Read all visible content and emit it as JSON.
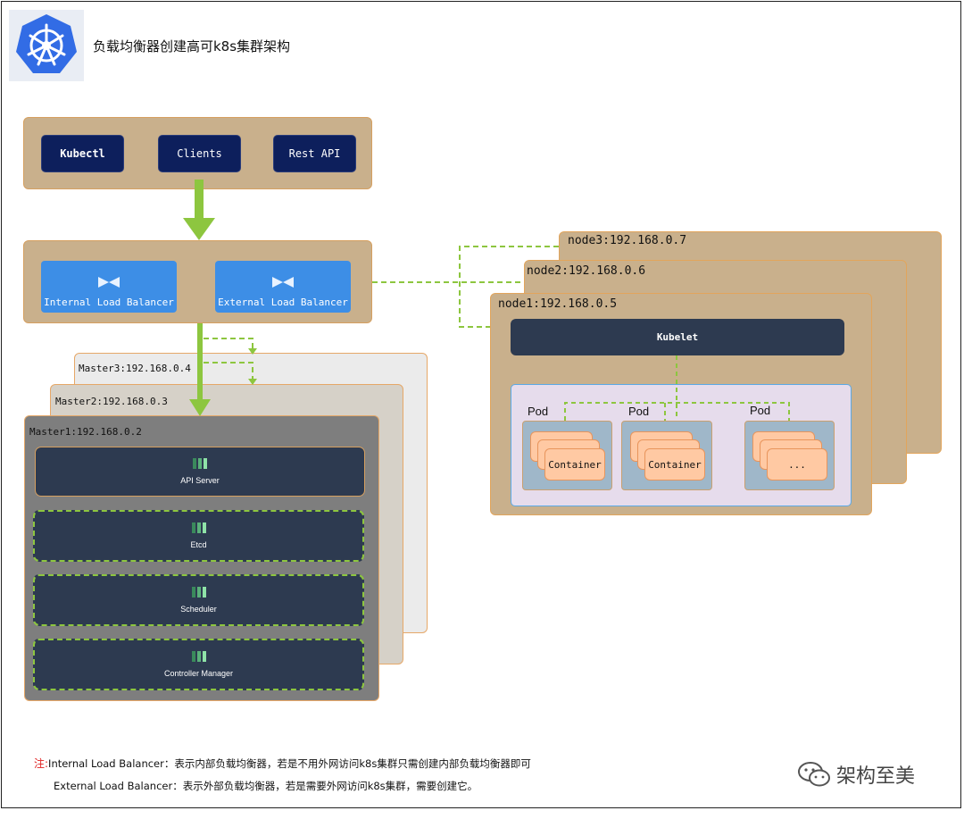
{
  "title": "负载均衡器创建高可k8s集群架构",
  "clients": {
    "kubectl": "Kubectl",
    "clients": "Clients",
    "rest_api": "Rest API"
  },
  "load_balancers": {
    "internal": "Internal Load Balancer",
    "external": "External Load Balancer"
  },
  "masters": {
    "master3": "Master3:192.168.0.4",
    "master2": "Master2:192.168.0.3",
    "master1": "Master1:192.168.0.2"
  },
  "components": {
    "api_server": "API Server",
    "etcd": "Etcd",
    "scheduler": "Scheduler",
    "controller_manager": "Controller Manager"
  },
  "nodes": {
    "node3": "node3:192.168.0.7",
    "node2": "node2:192.168.0.6",
    "node1": "node1:192.168.0.5"
  },
  "kubelet": "Kubelet",
  "pods": {
    "pod1": "Pod",
    "pod2": "Pod",
    "pod3": "Pod",
    "container1": "Container",
    "container2": "Container",
    "container3": "..."
  },
  "note": {
    "prefix": "注:",
    "line1": "Internal Load Balancer：表示内部负载均衡器，若是不用外网访问k8s集群只需创建内部负载均衡器即可",
    "line2": "External Load Balancer：表示外部负载均衡器，若是需要外网访问k8s集群，需要创建它。"
  },
  "watermark": "架构至美",
  "colors": {
    "tan": "#c9b08c",
    "navy": "#0d1f5c",
    "lb_blue": "#3d8ee6",
    "green_arrow": "#8dc63f",
    "component_dark": "#2d3a50",
    "container_peach": "#ffc9a3",
    "note_red": "#e02020"
  },
  "icons": [
    "kubernetes-helm-icon",
    "load-balancer-icon",
    "component-bars-icon",
    "wechat-icon"
  ]
}
